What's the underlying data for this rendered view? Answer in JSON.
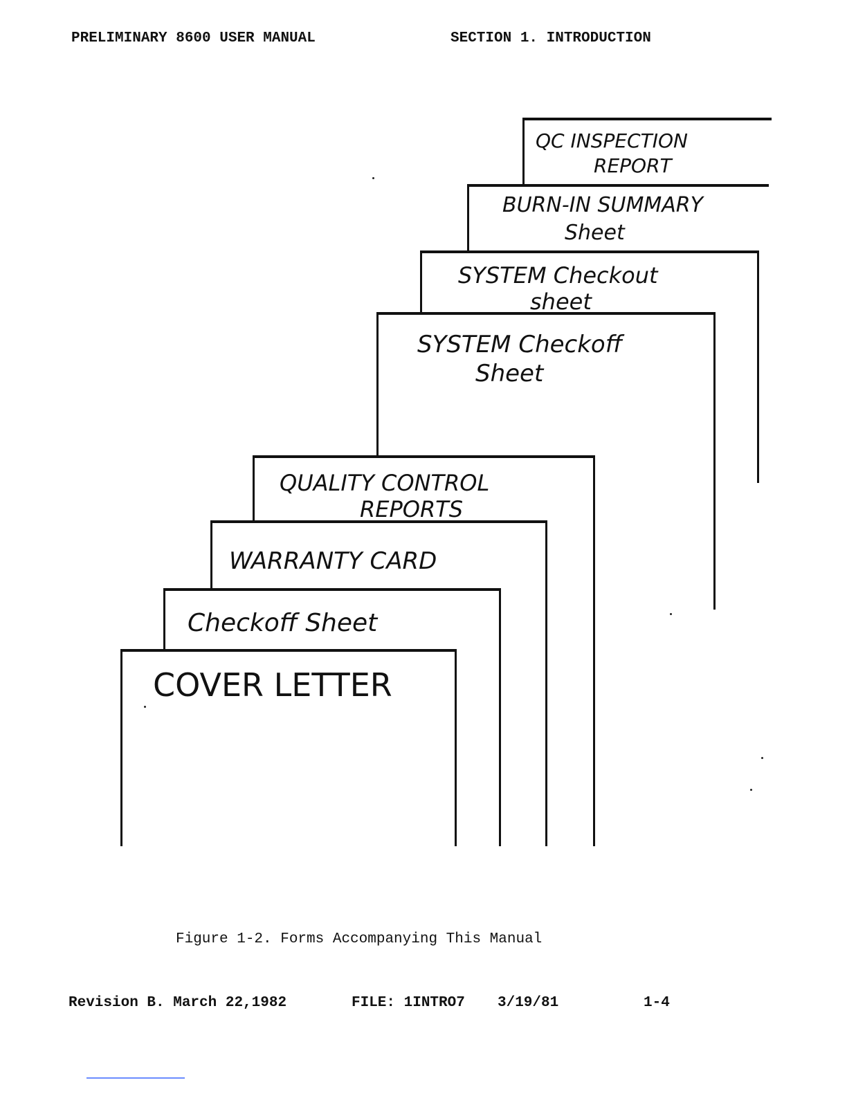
{
  "header": {
    "left": "PRELIMINARY 8600 USER MANUAL",
    "right": "SECTION 1. INTRODUCTION"
  },
  "figure": {
    "sheets": [
      {
        "id": "qc",
        "line1": "QC INSPECTION",
        "line2": "REPORT"
      },
      {
        "id": "burn",
        "line1": "BURN-IN SUMMARY",
        "line2": "Sheet"
      },
      {
        "id": "syscheckout",
        "line1": "SYSTEM Checkout",
        "line2": "sheet"
      },
      {
        "id": "syscheckoff",
        "line1": "SYSTEM Checkoff",
        "line2": "Sheet"
      },
      {
        "id": "quality",
        "line1": "QUALITY CONTROL",
        "line2": "REPORTS"
      },
      {
        "id": "warranty",
        "line1": "WARRANTY CARD"
      },
      {
        "id": "checkoff",
        "line1": "Checkoff Sheet"
      },
      {
        "id": "cover",
        "line1": "COVER LETTER"
      }
    ],
    "caption": "Figure 1-2.  Forms Accompanying This Manual"
  },
  "footer": {
    "revision": "Revision B. March 22,1982",
    "file": "FILE: 1INTRO7",
    "file_date": "3/19/81",
    "page": "1-4"
  }
}
